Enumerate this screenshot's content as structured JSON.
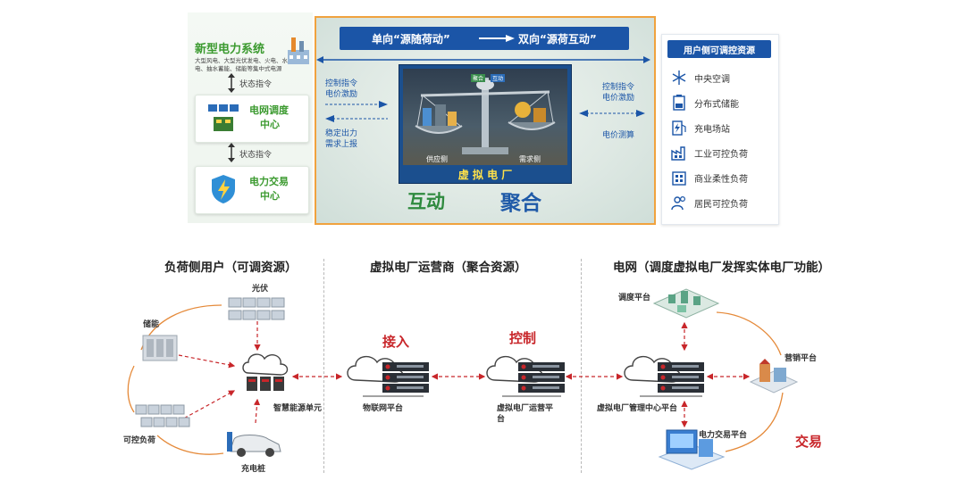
{
  "top": {
    "left": {
      "title": "新型电力系统",
      "subtitle_line1": "大型风电、大型光伏发电、火电、水",
      "subtitle_line2": "电、抽水蓄能、储能等集中式电源",
      "command1": "状态指令",
      "command2": "状态指令",
      "dispatch_center_line1": "电网调度",
      "dispatch_center_line2": "中心",
      "trading_center_line1": "电力交易",
      "trading_center_line2": "中心"
    },
    "center": {
      "banner_left": "单向“源随荷动”",
      "banner_right": "双向“源荷互动”",
      "left_text1_line1": "控制指令",
      "left_text1_line2": "电价激励",
      "left_text2_line1": "稳定出力",
      "left_text2_line2": "需求上报",
      "right_text1_line1": "控制指令",
      "right_text1_line2": "电价激励",
      "right_text2": "电价测算",
      "balance_tag1": "聚合",
      "balance_tag2": "互动",
      "supply_side": "供应侧",
      "demand_side": "需求侧",
      "vpp_title": "虚 拟 电 厂",
      "interact": "互动",
      "aggregate": "聚合"
    },
    "right": {
      "title": "用户侧可调控资源",
      "items": [
        {
          "label": "中央空调",
          "icon": "snowflake-icon"
        },
        {
          "label": "分布式储能",
          "icon": "battery-storage-icon"
        },
        {
          "label": "充电场站",
          "icon": "charging-station-icon"
        },
        {
          "label": "工业可控负荷",
          "icon": "factory-icon"
        },
        {
          "label": "商业柔性负荷",
          "icon": "commercial-building-icon"
        },
        {
          "label": "居民可控负荷",
          "icon": "residents-icon"
        }
      ]
    }
  },
  "bottom": {
    "sections": {
      "load_side": "负荷侧用户（可调资源）",
      "operator": "虚拟电厂运营商（聚合资源）",
      "grid": "电网（调度虚拟电厂发挥实体电厂功能）"
    },
    "nodes": {
      "pv": "光伏",
      "storage": "储能",
      "controllable_load": "可控负荷",
      "charging_pile": "充电桩",
      "smart_energy_unit": "智慧能源单元",
      "iot_platform": "物联网平台",
      "vpp_operator_platform_line1": "虚拟电厂运营平",
      "vpp_operator_platform_line2": "台",
      "vpp_mgmt_platform": "虚拟电厂管理中心平台",
      "dispatch_platform": "调度平台",
      "marketing_platform": "营销平台",
      "trading_platform": "电力交易平台"
    },
    "labels": {
      "access": "接入",
      "control": "控制",
      "trade": "交易"
    }
  },
  "colors": {
    "blue": "#1b55a7",
    "green": "#3b9a2f",
    "orange": "#f0a23e",
    "red": "#c8262a"
  }
}
